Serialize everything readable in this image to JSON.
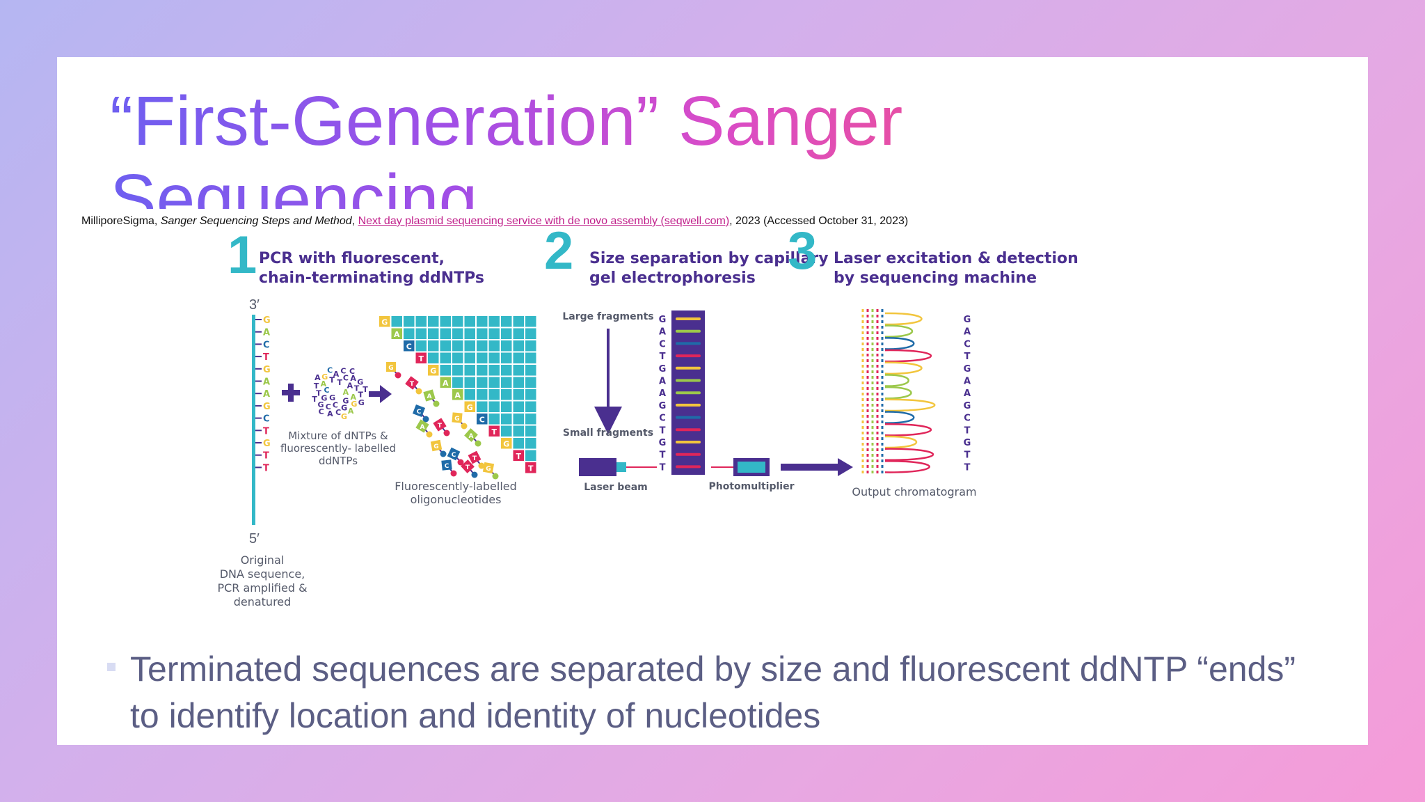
{
  "slide": {
    "title": "“First-Generation” Sanger Sequencing",
    "citation": {
      "author": "MilliporeSigma, ",
      "work": "Sanger Sequencing Steps and Method",
      "sep": ", ",
      "link_text": "Next day plasmid sequencing service with de novo assembly (seqwell.com)",
      "suffix": ", 2023 (Accessed October 31, 2023)"
    },
    "bullet": "Terminated sequences are separated by size and fluorescent ddNTP “ends” to identify location and identity of nucleotides"
  },
  "figure": {
    "step1": {
      "number": "1",
      "heading_line1": "PCR with fluorescent,",
      "heading_line2": "chain-terminating ddNTPs",
      "end3": "3′",
      "end5": "5′",
      "template_bases": [
        "G",
        "A",
        "C",
        "T",
        "G",
        "A",
        "A",
        "G",
        "C",
        "T",
        "G",
        "T",
        "T"
      ],
      "mixture_label_line1": "Mixture of dNTPs &",
      "mixture_label_line2": "fluorescently- labelled",
      "mixture_label_line3": "ddNTPs",
      "original_label_line1": "Original",
      "original_label_line2": "DNA sequence,",
      "original_label_line3": "PCR amplified &",
      "original_label_line4": "denatured",
      "oligo_label_line1": "Fluorescently-labelled",
      "oligo_label_line2": "oligonucleotides",
      "mixture_letters": [
        "A",
        "G",
        "T",
        "G",
        "C",
        "A",
        "C",
        "T",
        "A",
        "G",
        "C",
        "G",
        "A",
        "T",
        "C",
        "A",
        "G",
        "T",
        "A",
        "C",
        "G",
        "T",
        "G",
        "C",
        "A",
        "T",
        "G",
        "A",
        "C",
        "G",
        "T",
        "C",
        "G",
        "A",
        "T",
        "C"
      ],
      "staircase_bases": [
        "G",
        "A",
        "C",
        "T",
        "G",
        "A",
        "A",
        "G",
        "C",
        "T",
        "G",
        "T",
        "T"
      ],
      "scattered_tips": [
        "G",
        "T",
        "A",
        "C",
        "T",
        "G",
        "A",
        "G",
        "C",
        "T",
        "G",
        "T",
        "C",
        "A"
      ]
    },
    "step2": {
      "number": "2",
      "heading_line1": "Size separation by capillary",
      "heading_line2": "gel electrophoresis",
      "large_label": "Large fragments",
      "small_label": "Small fragments",
      "laser_label": "Laser beam",
      "pmt_label": "Photomultiplier",
      "gel_bases": [
        "G",
        "A",
        "C",
        "T",
        "G",
        "A",
        "A",
        "G",
        "C",
        "T",
        "G",
        "T",
        "T"
      ]
    },
    "step3": {
      "number": "3",
      "heading_line1": "Laser excitation & detection",
      "heading_line2": "by sequencing machine",
      "output_label": "Output chromatogram",
      "chromatogram_bases": [
        "G",
        "A",
        "C",
        "T",
        "G",
        "A",
        "A",
        "G",
        "C",
        "T",
        "G",
        "T",
        "T"
      ]
    },
    "colors": {
      "G": "#f2c53d",
      "A": "#9cc84b",
      "C": "#1f6ba8",
      "T": "#e0265a",
      "teal": "#33b8c7",
      "purple": "#4a2f8f",
      "text_gray": "#555a6a"
    }
  }
}
